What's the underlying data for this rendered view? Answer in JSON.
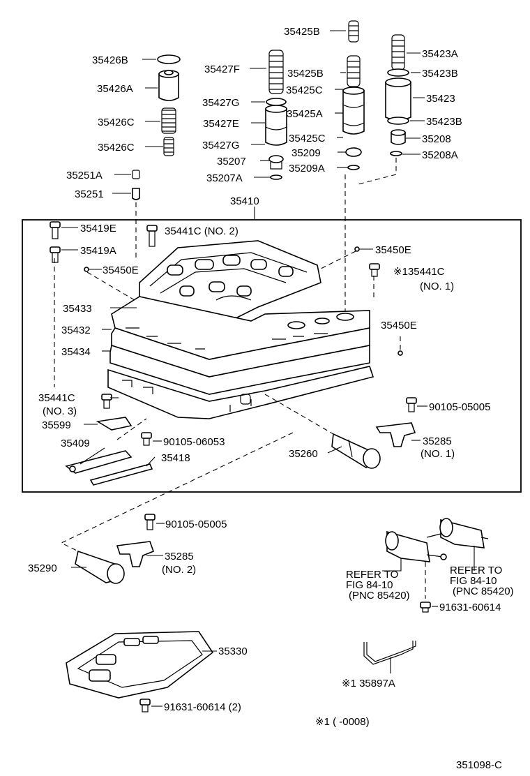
{
  "labels": {
    "p35425B_top": "35425B",
    "p35426B": "35426B",
    "p35427F": "35427F",
    "p35423A": "35423A",
    "p35425B": "35425B",
    "p35423B_top": "35423B",
    "p35426A": "35426A",
    "p35427G_top": "35427G",
    "p35425C_top": "35425C",
    "p35423": "35423",
    "p35426C_a": "35426C",
    "p35427E": "35427E",
    "p35425A": "35425A",
    "p35423B": "35423B",
    "p35426C_b": "35426C",
    "p35427G": "35427G",
    "p35425C": "35425C",
    "p35208": "35208",
    "p35207": "35207",
    "p35209": "35209",
    "p35208A": "35208A",
    "p35251A": "35251A",
    "p35207A": "35207A",
    "p35209A": "35209A",
    "p35251": "35251",
    "p35410": "35410",
    "p35419E": "35419E",
    "p35441C_no2": "35441C (NO. 2)",
    "p35419A": "35419A",
    "p35450E_a": "35450E",
    "p35450E_b": "35450E",
    "p35441C_no1": "※135441C",
    "p35441C_no1_sub": "(NO. 1)",
    "p35433": "35433",
    "p35450E_c": "35450E",
    "p35432": "35432",
    "p35434": "35434",
    "p35441C_no3": "35441C",
    "p35441C_no3_sub": "(NO. 3)",
    "p90105_05005_a": "90105-05005",
    "p35599": "35599",
    "p90105_06053": "90105-06053",
    "p35285_no1": "35285",
    "p35285_no1_sub": "(NO. 1)",
    "p35409": "35409",
    "p35418": "35418",
    "p35260": "35260",
    "p90105_05005_b": "90105-05005",
    "p35290": "35290",
    "p35285_no2": "35285",
    "p35285_no2_sub": "(NO. 2)",
    "refer1_a": "REFER TO",
    "refer1_b": "FIG 84-10",
    "refer1_c": "(PNC 85420)",
    "refer2_a": "REFER TO",
    "refer2_b": "FIG 84-10",
    "refer2_c": "(PNC 85420)",
    "p91631_60614_a": "91631-60614",
    "p35330": "35330",
    "p35897A": "※1 35897A",
    "p91631_60614_b": "91631-60614 (2)",
    "footnote": "※1 (        -0008)",
    "figure_id": "351098-C"
  }
}
